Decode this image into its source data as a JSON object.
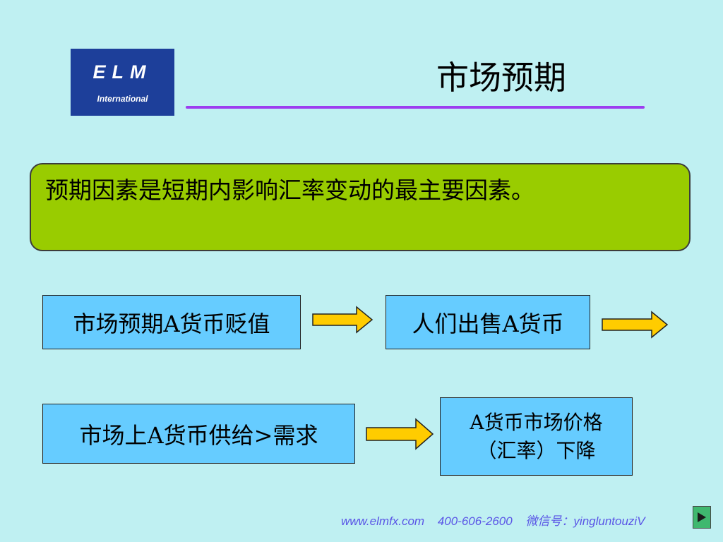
{
  "logo": {
    "main": "ELM",
    "sub": "International"
  },
  "title": "市场预期",
  "callout": {
    "text": "预期因素是短期内影响汇率变动的最主要因素。"
  },
  "flow": {
    "step1": "市场预期A货币贬值",
    "step2": "人们出售A货币",
    "step3": "市场上A货币供给>需求",
    "step4_line1": "A货币市场价格",
    "step4_line2": "（汇率）下降"
  },
  "footer": {
    "website": "www.elmfx.com",
    "phone": "400-606-2600",
    "wechat": "微信号：yingluntouziV"
  },
  "colors": {
    "background": "#bff0f2",
    "logo_bg": "#1d3f9a",
    "rule": "#9d3df0",
    "callout_bg": "#99cc00",
    "box_bg": "#66ccff",
    "arrow_fill": "#ffcc00",
    "footer_text": "#5a55e6",
    "nav_button": "#3fb86f"
  }
}
